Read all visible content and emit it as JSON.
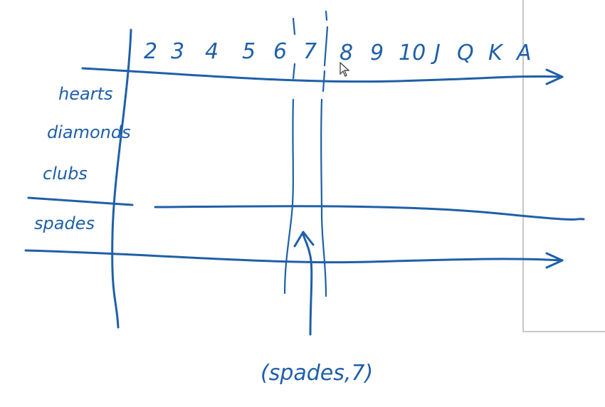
{
  "ranks": [
    "2",
    "3",
    "4",
    "5",
    "6",
    "7",
    "8",
    "9",
    "10",
    "J",
    "Q",
    "K",
    "A"
  ],
  "suits": [
    "hearts",
    "diamonds",
    "clubs",
    "spades"
  ],
  "highlight": {
    "suit": "spades",
    "rank": "7"
  },
  "annotation": {
    "label": "(spades,7)"
  },
  "colors": {
    "ink": "#1f5fa8",
    "page_edge": "#c8c8c8"
  },
  "icons": {
    "cursor": "mouse-pointer-icon"
  }
}
